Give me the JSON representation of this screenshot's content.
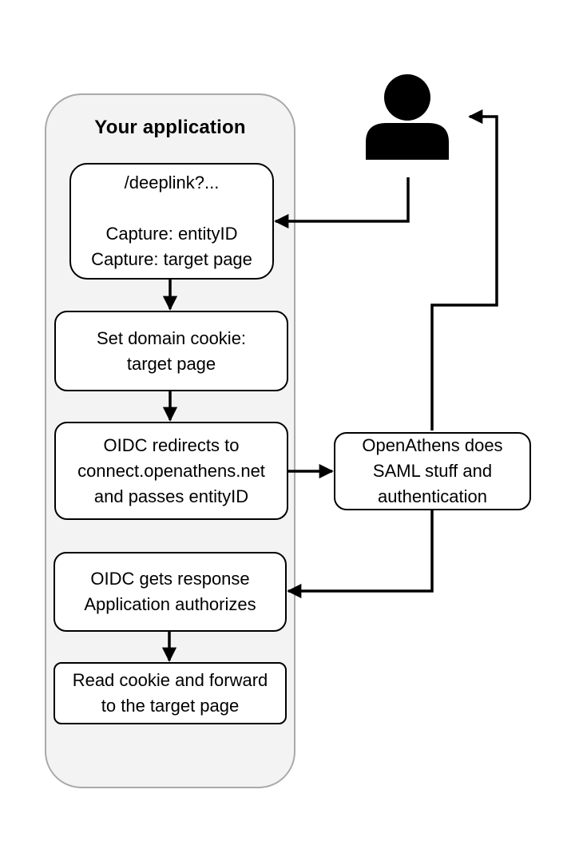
{
  "diagram": {
    "container": {
      "title": "Your application"
    },
    "nodes": {
      "deeplink": {
        "lines": [
          "/deeplink?...",
          "",
          "Capture: entityID",
          "Capture: target page"
        ]
      },
      "cookie": {
        "lines": [
          "Set domain cookie:",
          "target page"
        ]
      },
      "redirect": {
        "lines": [
          "OIDC redirects to",
          "connect.openathens.net",
          "and passes entityID"
        ]
      },
      "athens": {
        "lines": [
          "OpenAthens does",
          "SAML stuff and",
          "authentication"
        ]
      },
      "response": {
        "lines": [
          "OIDC gets response",
          "Application authorizes"
        ]
      },
      "forward": {
        "lines": [
          "Read cookie and forward",
          "to the target page"
        ]
      }
    },
    "icons": {
      "user": "user-icon"
    },
    "colors": {
      "container_fill": "#f3f3f3",
      "container_border": "#a9a9a9",
      "box_border": "#000000",
      "arrow": "#000000"
    }
  }
}
